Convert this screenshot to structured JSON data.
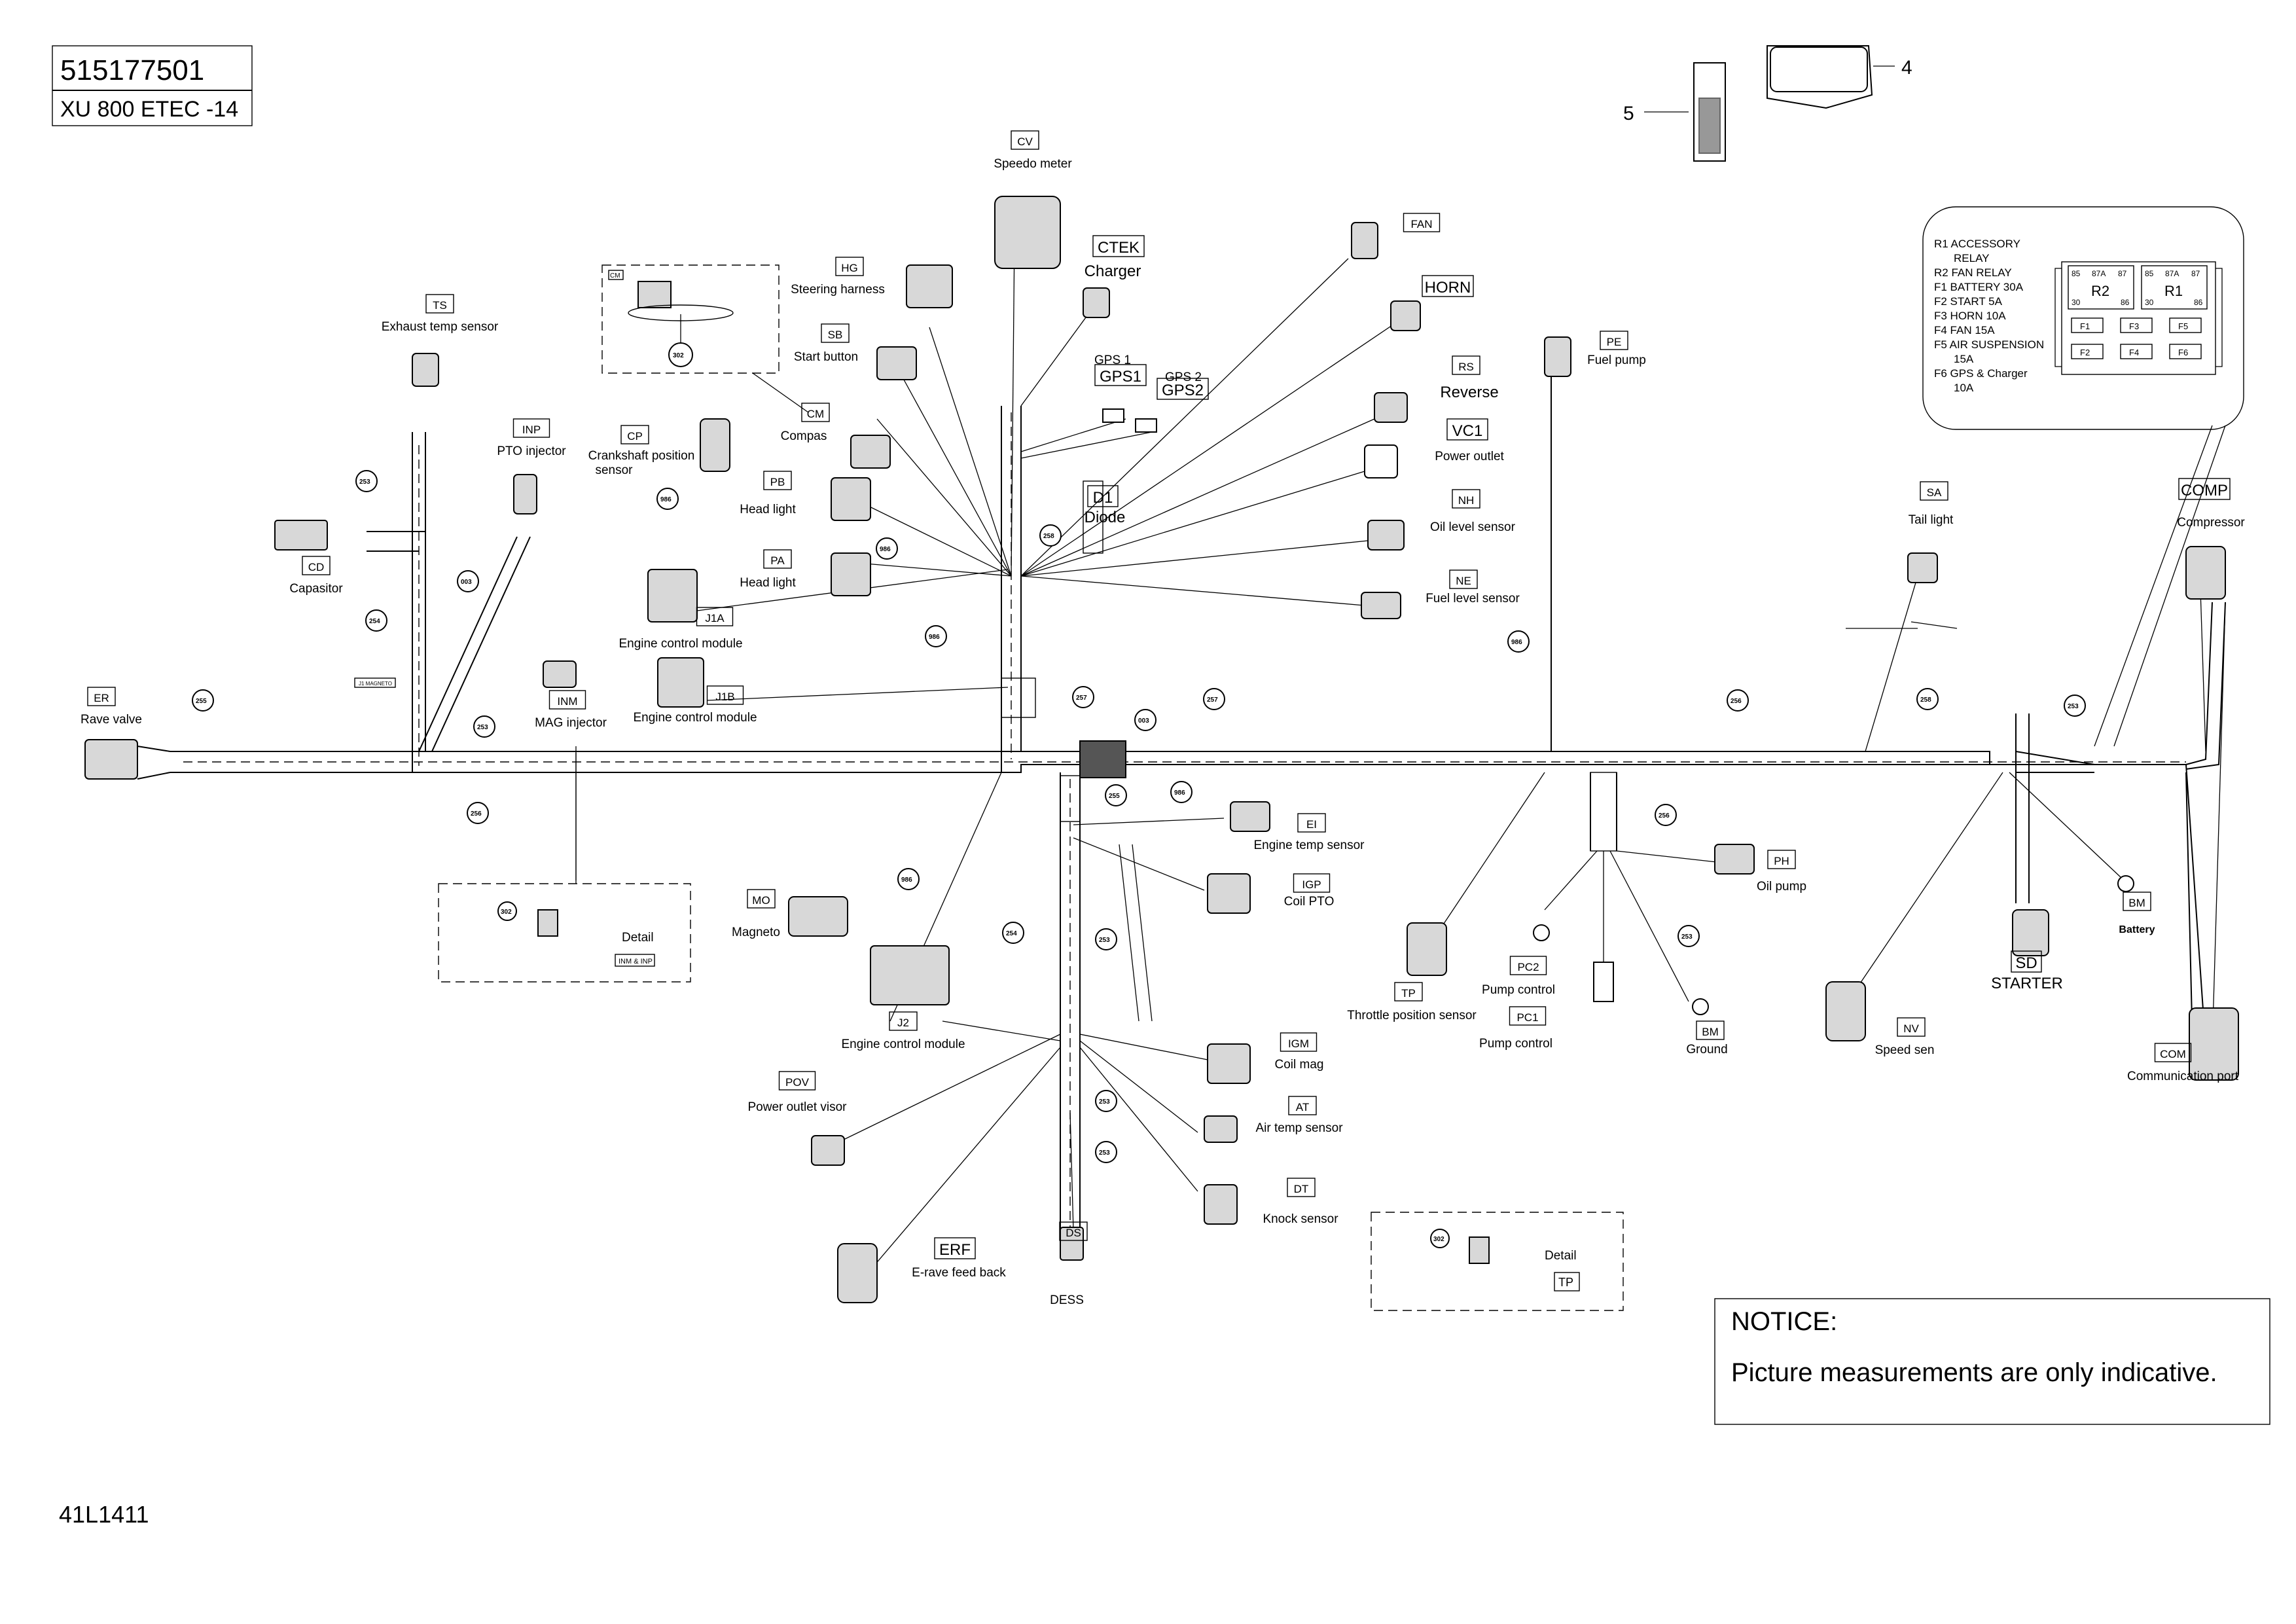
{
  "title_block": {
    "part_number": "515177501",
    "model": "XU 800 ETEC -14"
  },
  "drawing_number": "41L1411",
  "notice": {
    "heading": "NOTICE:",
    "text": "Picture measurements are only indicative."
  },
  "callouts": {
    "item4": "4",
    "item5": "5"
  },
  "fuse_box": {
    "legend": [
      "R1 ACCESSORY",
      "RELAY",
      "R2 FAN RELAY",
      "F1 BATTERY 30A",
      "F2 START 5A",
      "F3 HORN 10A",
      "F4 FAN 15A",
      "F5 AIR SUSPENSION",
      "15A",
      "F6 GPS & Charger",
      "10A"
    ],
    "relay_left": "R2",
    "relay_right": "R1",
    "pins_top": [
      "85",
      "87A",
      "87"
    ],
    "pins_bottom": [
      "30",
      "86"
    ],
    "fuses_row1": [
      "F1",
      "F3",
      "F5"
    ],
    "fuses_row2": [
      "F2",
      "F4",
      "F6"
    ]
  },
  "components": [
    {
      "code": "TS",
      "label": "Exhaust temp sensor"
    },
    {
      "code": "INP",
      "label": "PTO injector"
    },
    {
      "code": "CD",
      "label": "Capasitor"
    },
    {
      "code": "ER",
      "label": "Rave valve"
    },
    {
      "code": "INM",
      "label": "MAG injector"
    },
    {
      "code": "CP",
      "label": "Crankshaft position"
    },
    {
      "code": "",
      "label": "sensor"
    },
    {
      "code": "HG",
      "label": "Steering harness"
    },
    {
      "code": "SB",
      "label": "Start button"
    },
    {
      "code": "CM",
      "label": "Compas"
    },
    {
      "code": "PB",
      "label": "Head light"
    },
    {
      "code": "PA",
      "label": "Head light"
    },
    {
      "code": "J1A",
      "label": "Engine control module"
    },
    {
      "code": "J1B",
      "label": "Engine control module"
    },
    {
      "code": "CV",
      "label": "Speedo meter"
    },
    {
      "code": "CTEK",
      "label": "Charger"
    },
    {
      "code": "GPS1",
      "label": "GPS 1"
    },
    {
      "code": "GPS2",
      "label": "GPS 2"
    },
    {
      "code": "D1",
      "label": "Diode"
    },
    {
      "code": "FAN",
      "label": ""
    },
    {
      "code": "HORN",
      "label": ""
    },
    {
      "code": "RS",
      "label": "Reverse"
    },
    {
      "code": "VC1",
      "label": "Power outlet"
    },
    {
      "code": "NH",
      "label": "Oil level sensor"
    },
    {
      "code": "NE",
      "label": "Fuel level sensor"
    },
    {
      "code": "PE",
      "label": "Fuel pump"
    },
    {
      "code": "SA",
      "label": "Tail light"
    },
    {
      "code": "COMP",
      "label": "Compressor"
    },
    {
      "code": "EI",
      "label": "Engine temp sensor"
    },
    {
      "code": "IGP",
      "label": "Coil PTO"
    },
    {
      "code": "MO",
      "label": "Magneto"
    },
    {
      "code": "J2",
      "label": "Engine control module"
    },
    {
      "code": "IGM",
      "label": "Coil mag"
    },
    {
      "code": "AT",
      "label": "Air temp sensor"
    },
    {
      "code": "DT",
      "label": "Knock sensor"
    },
    {
      "code": "POV",
      "label": "Power outlet visor"
    },
    {
      "code": "ERF",
      "label": "E-rave feed back"
    },
    {
      "code": "DS",
      "label": "DESS"
    },
    {
      "code": "TP",
      "label": "Throttle position sensor"
    },
    {
      "code": "PC2",
      "label": "Pump control"
    },
    {
      "code": "PC1",
      "label": "Pump control"
    },
    {
      "code": "BM",
      "label": "Ground"
    },
    {
      "code": "PH",
      "label": "Oil pump"
    },
    {
      "code": "BM",
      "label": "Battery"
    },
    {
      "code": "SD",
      "label": "STARTER"
    },
    {
      "code": "NV",
      "label": "Speed sen"
    },
    {
      "code": "COM",
      "label": "Communication port"
    }
  ],
  "details": [
    {
      "label": "Detail",
      "tag": "INM & INP",
      "ref": "302"
    },
    {
      "label": "Detail",
      "tag": "TP",
      "ref": "302"
    },
    {
      "label": "",
      "tag": "CM",
      "ref": "302"
    }
  ],
  "circle_refs": [
    "253",
    "254",
    "003",
    "253",
    "255",
    "986",
    "986",
    "986",
    "258",
    "257",
    "003",
    "257",
    "256",
    "986",
    "256",
    "258",
    "253",
    "255",
    "986",
    "253",
    "254",
    "986",
    "253",
    "253",
    "256",
    "253"
  ],
  "small_tag": "J1 MAGNETO"
}
